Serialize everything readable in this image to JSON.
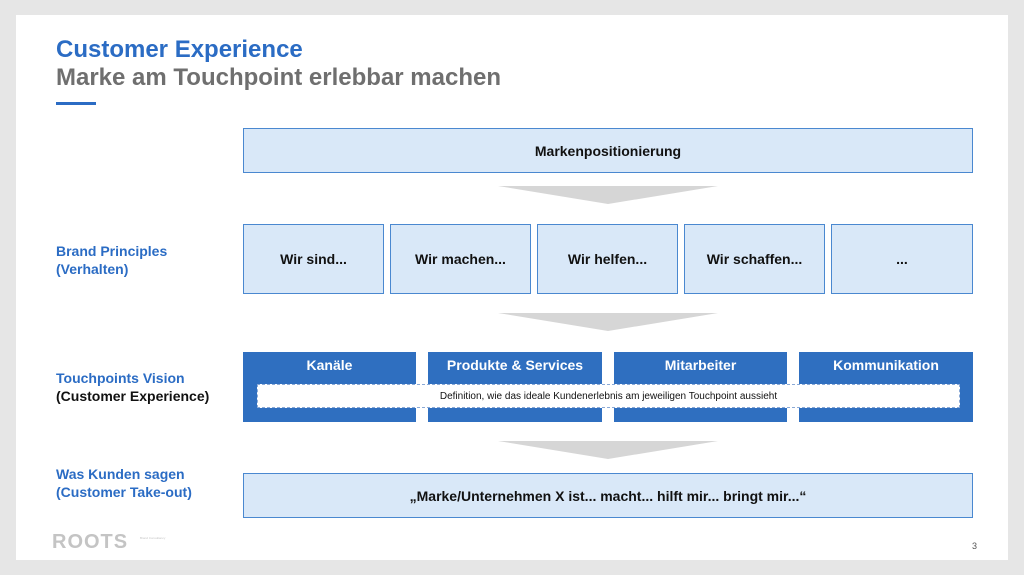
{
  "title": {
    "line1": "Customer Experience",
    "line2": "Marke am Touchpoint erlebbar machen"
  },
  "positioning": {
    "label": "Markenpositionierung"
  },
  "brand_principles": {
    "label_line1": "Brand Principles",
    "label_line2": "(Verhalten)",
    "items": [
      "Wir sind...",
      "Wir machen...",
      "Wir helfen...",
      "Wir schaffen...",
      "..."
    ]
  },
  "touchpoints": {
    "label_line1": "Touchpoints Vision",
    "label_line2": "(Customer Experience)",
    "columns": [
      "Kanäle",
      "Produkte & Services",
      "Mitarbeiter",
      "Kommunikation"
    ],
    "definition": "Definition, wie das ideale Kundenerlebnis am jeweiligen Touchpoint aussieht"
  },
  "customer_says": {
    "label_line1": "Was Kunden sagen",
    "label_line2": "(Customer Take-out)",
    "quote": "„Marke/Unternehmen X ist... macht... hilft mir... bringt mir...“"
  },
  "footer": {
    "logo": "ROOTS",
    "logo_sub": "Brand Consultancy",
    "page_number": "3"
  },
  "colors": {
    "accent": "#2b6cc4",
    "box_fill": "#d9e8f8",
    "touchpoint_fill": "#2f6fc0",
    "arrow": "#d6d6d6"
  }
}
